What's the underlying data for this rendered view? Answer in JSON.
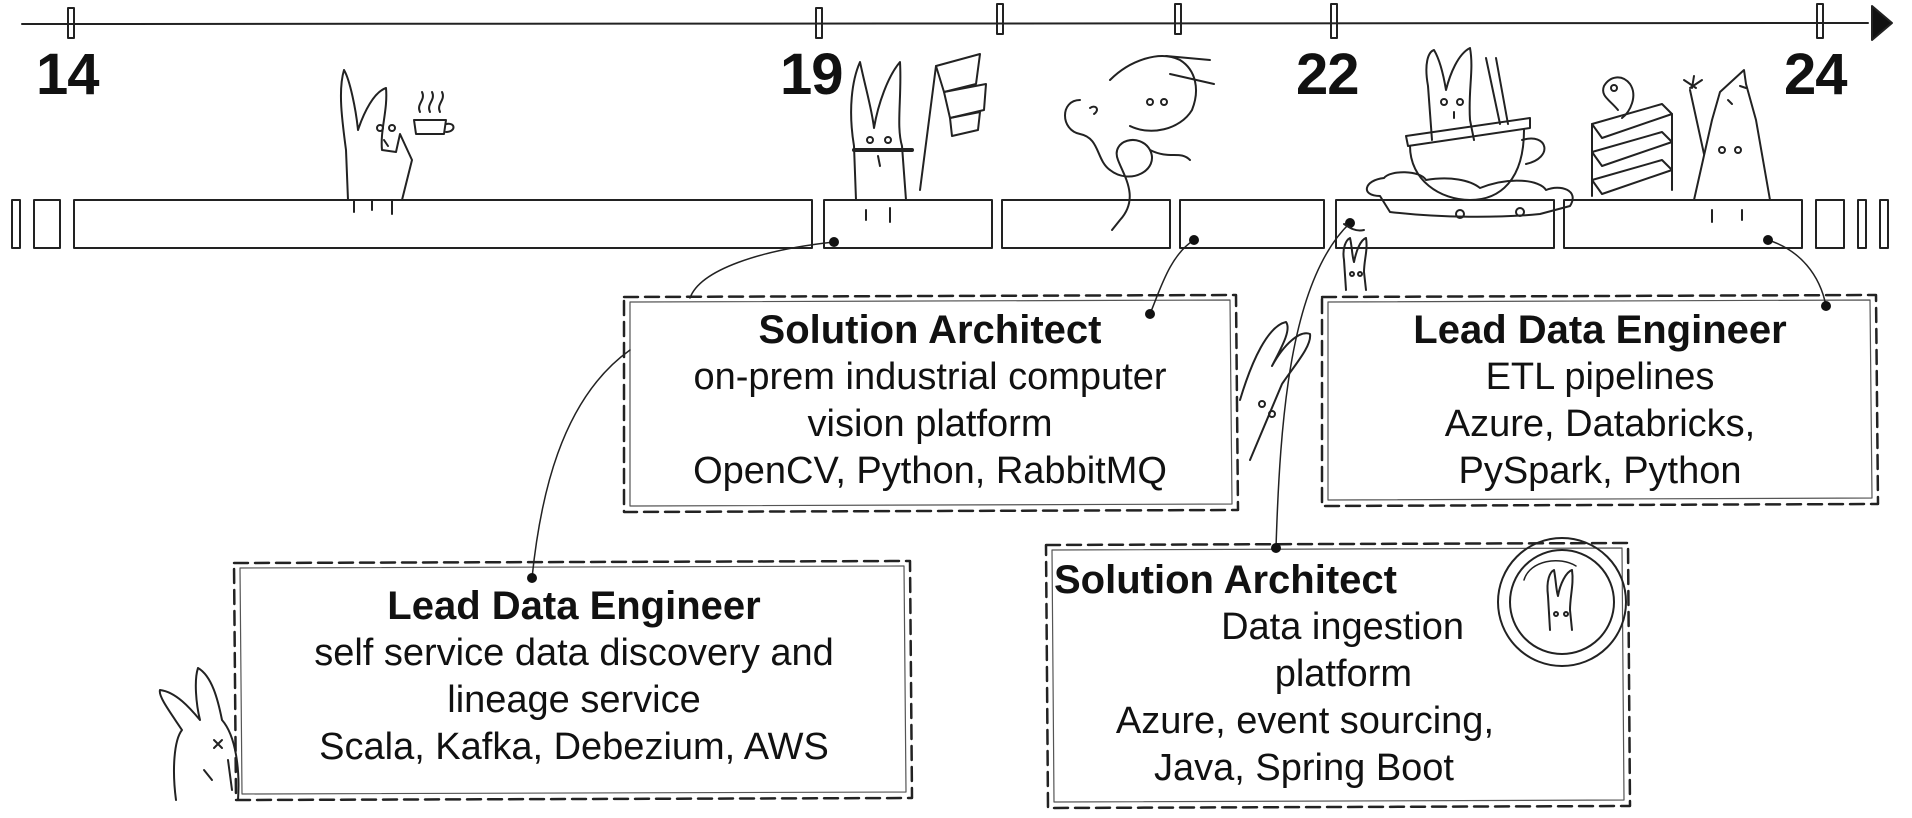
{
  "timeline": {
    "years": [
      "14",
      "19",
      "22",
      "24"
    ]
  },
  "cards": [
    {
      "id": "card-solution-architect-cv",
      "role": "Solution Architect",
      "lines": [
        "on-prem industrial computer",
        "vision platform",
        "OpenCV, Python, RabbitMQ"
      ]
    },
    {
      "id": "card-lead-data-engineer-etl",
      "role": "Lead Data Engineer",
      "lines": [
        "ETL pipelines",
        "Azure, Databricks,",
        "PySpark, Python"
      ]
    },
    {
      "id": "card-lead-data-engineer-discovery",
      "role": "Lead Data Engineer",
      "lines": [
        "self service data discovery and",
        "lineage service",
        "Scala, Kafka, Debezium, AWS"
      ]
    },
    {
      "id": "card-solution-architect-ingestion",
      "role": "Solution Architect",
      "lines": [
        "Data ingestion",
        "platform",
        "Azure, event sourcing,",
        "Java, Spring Boot"
      ]
    }
  ],
  "illustrations": [
    "rabbit-with-tea-cup-icon",
    "rabbit-with-flag-icon",
    "snake-and-rabbit-icon",
    "rabbit-in-cup-icon",
    "snake-on-books-and-wizard-rabbit-icon",
    "peeking-rabbit-icon",
    "rabbit-porthole-icon"
  ]
}
